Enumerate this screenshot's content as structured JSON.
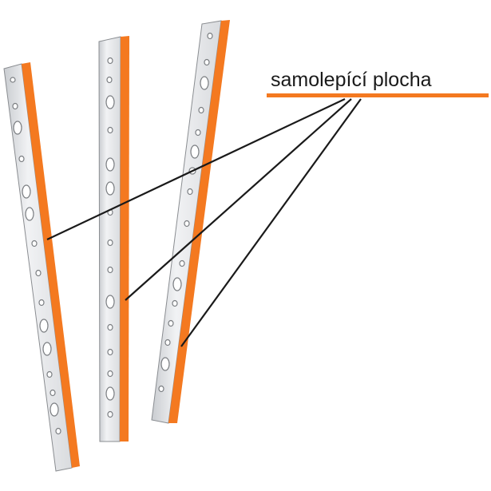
{
  "callout": {
    "label": "samolepící plocha",
    "underline_color": "#f47920"
  },
  "colors": {
    "adhesive": "#f47920",
    "strip_fill": "#e4e6e9",
    "strip_edge": "#8a8d91",
    "leader_line": "#1a1a1a"
  },
  "strips": [
    {
      "name": "left-strip"
    },
    {
      "name": "middle-strip"
    },
    {
      "name": "right-strip"
    }
  ]
}
